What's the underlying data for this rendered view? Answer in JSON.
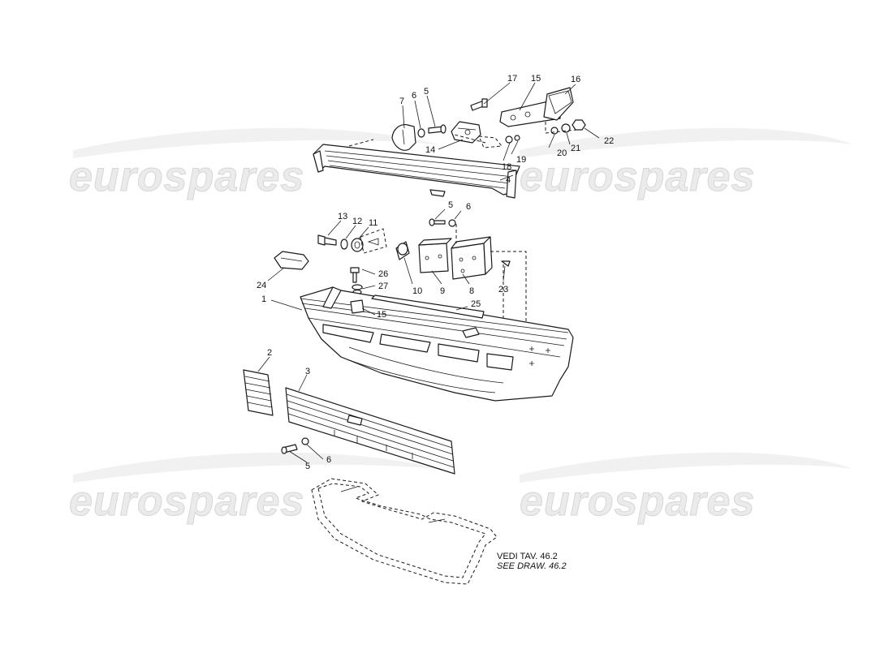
{
  "watermark": {
    "text": "eurospares"
  },
  "callouts": {
    "c1": "1",
    "c2": "2",
    "c3": "3",
    "c4": "4",
    "c5a": "5",
    "c5b": "5",
    "c5c": "5",
    "c6a": "6",
    "c6b": "6",
    "c6c": "6",
    "c7": "7",
    "c8": "8",
    "c9": "9",
    "c10": "10",
    "c11": "11",
    "c12": "12",
    "c13": "13",
    "c14": "14",
    "c15a": "15",
    "c15b": "15",
    "c16": "16",
    "c17": "17",
    "c18": "18",
    "c19": "19",
    "c20": "20",
    "c21": "21",
    "c22": "22",
    "c23": "23",
    "c24": "24",
    "c25": "25",
    "c26": "26",
    "c27": "27"
  },
  "note": {
    "line1": "VEDI TAV. 46.2",
    "line2": "SEE DRAW. 46.2"
  }
}
